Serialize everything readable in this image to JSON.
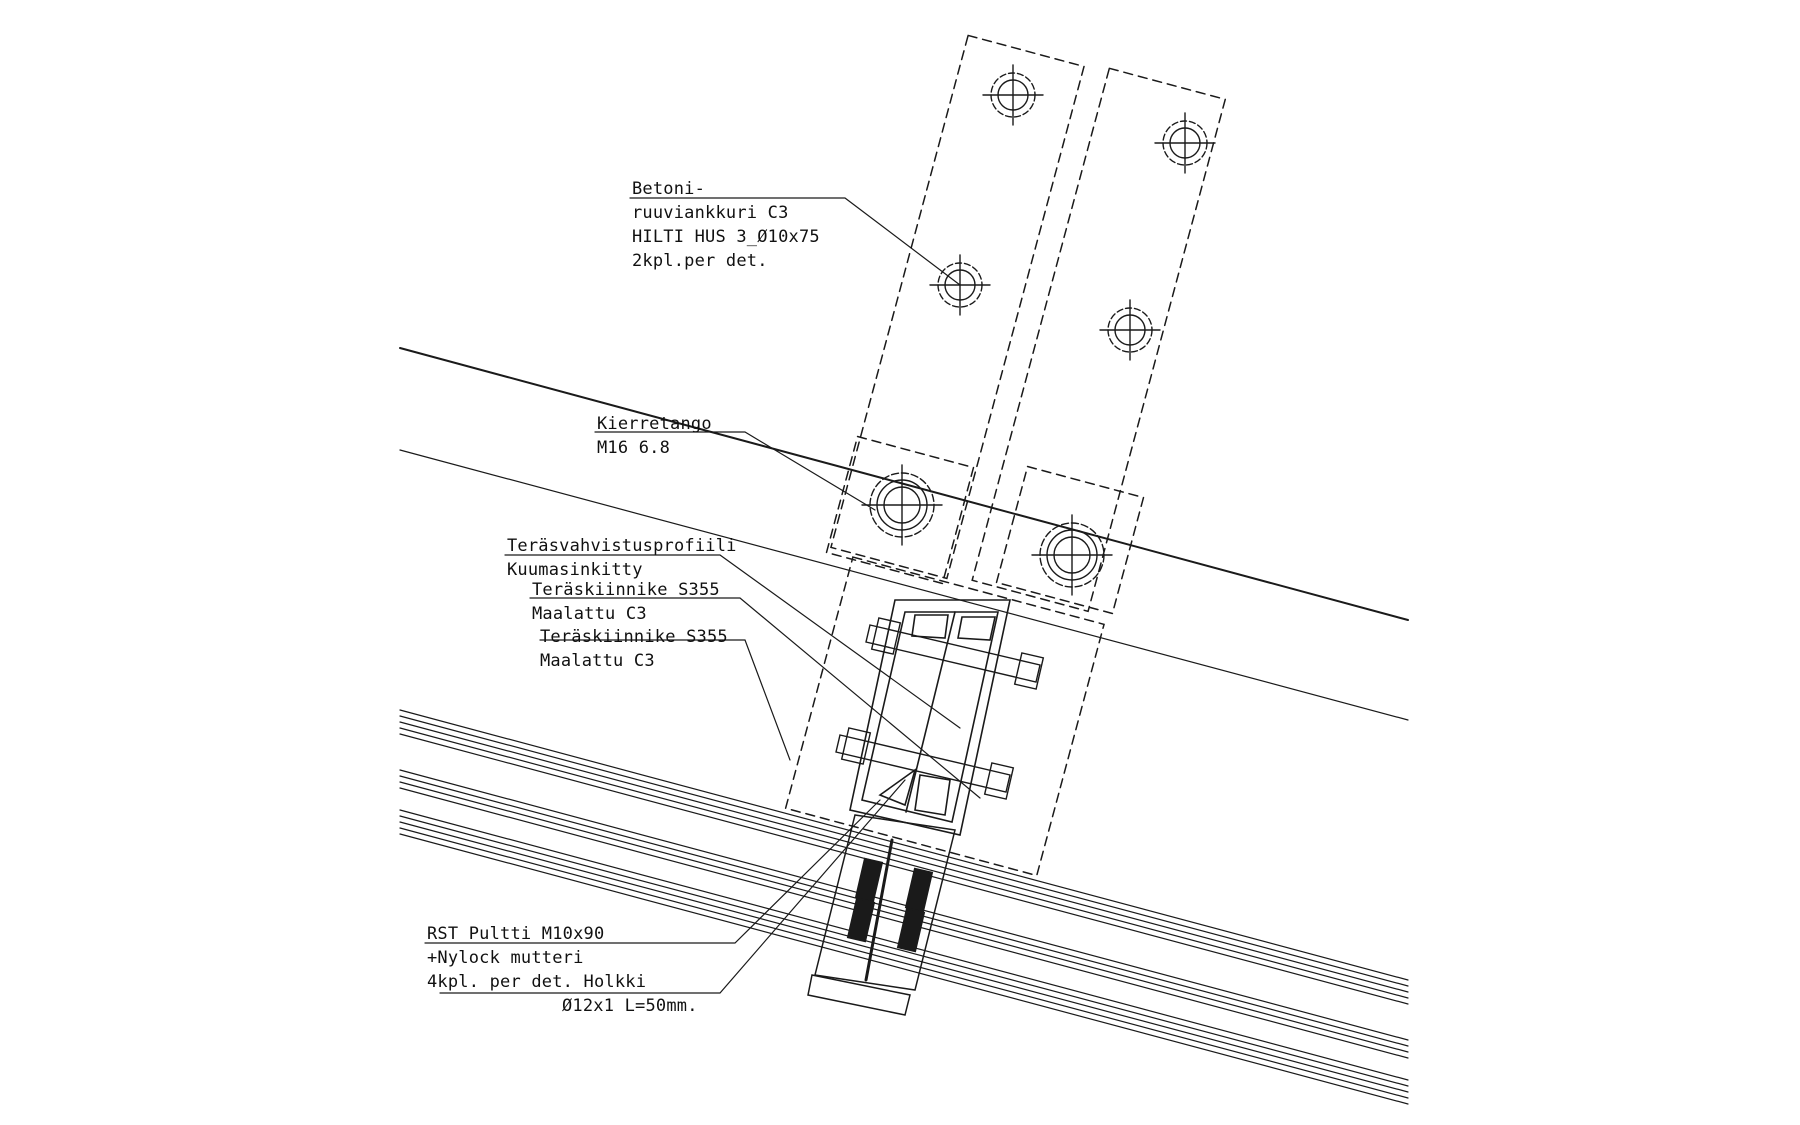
{
  "labels": {
    "anchor": [
      "Betoni-",
      "ruuviankkuri C3",
      "HILTI HUS 3_Ø10x75",
      "2kpl.per det."
    ],
    "threaded_rod": [
      "Kierretango",
      "M16 6.8"
    ],
    "profile": [
      "Teräsvahvistusprofiili",
      "Kuumasinkitty"
    ],
    "bracket_1": [
      "Teräskiinnike S355",
      "Maalattu C3"
    ],
    "bracket_2": [
      "Teräskiinnike S355",
      "Maalattu C3"
    ],
    "bolt": [
      "RST Pultti M10x90",
      "+Nylock mutteri",
      "4kpl. per det. Holkki",
      "Ø12x1 L=50mm."
    ]
  },
  "colors": {
    "line": "#1a1a1a",
    "background": "#ffffff"
  }
}
